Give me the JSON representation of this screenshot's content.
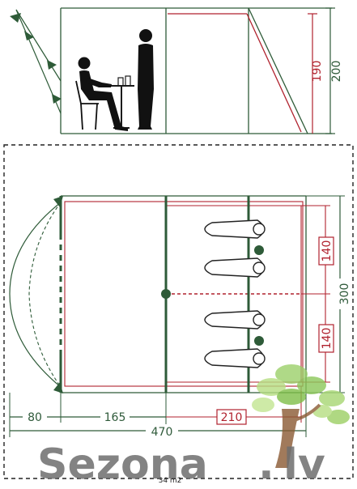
{
  "side_view": {
    "height_outer": "200",
    "height_inner": "190"
  },
  "floor_plan": {
    "porch_depth": "80",
    "living_depth": "165",
    "total_length": "470",
    "bedroom_length": "210",
    "total_width": "300",
    "bedroom_width_top": "140",
    "bedroom_width_bottom": "140",
    "area": "34 m2"
  },
  "watermark": {
    "text_main": "Sezona",
    "text_dot": ".",
    "text_tld": "lv"
  },
  "colors": {
    "green": "#2e5b38",
    "red": "#b0222e",
    "dark_red": "#8c1f2a",
    "watermark_gray": "#6e6e6e",
    "watermark_brown": "#8a5a33",
    "leaf_green": "#7fbf48"
  }
}
